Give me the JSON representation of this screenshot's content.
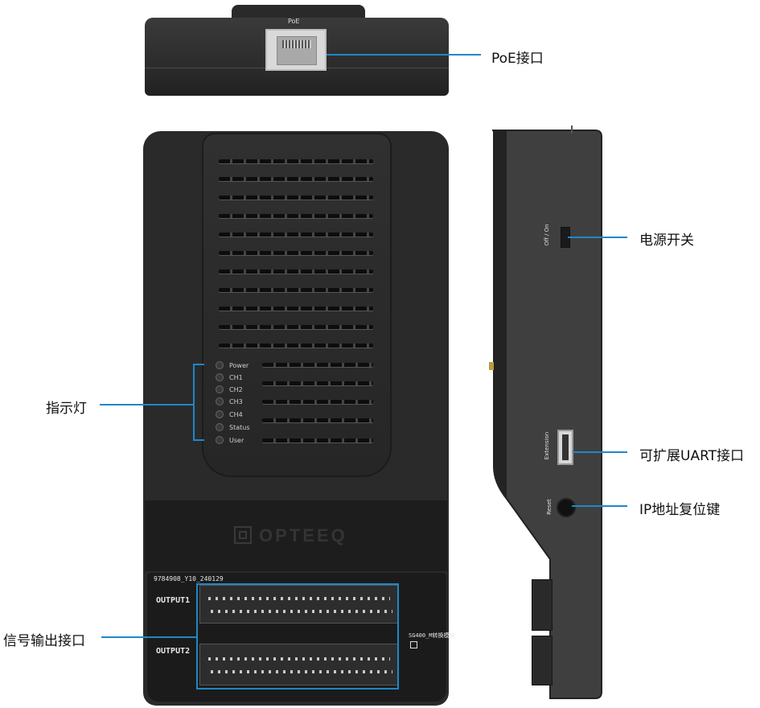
{
  "callouts": {
    "poe": "PoE接口",
    "power_switch": "电源开关",
    "indicators": "指示灯",
    "uart": "可扩展UART接口",
    "reset": "IP地址复位键",
    "signal": "信号输出接口"
  },
  "top_view": {
    "port_label": "PoE"
  },
  "front_view": {
    "leds": [
      "Power",
      "CH1",
      "CH2",
      "CH3",
      "CH4",
      "Status",
      "User"
    ],
    "brand": "OPTEEQ",
    "serial": "9784908_Y10_240129",
    "output1": "OUTPUT1",
    "output2": "OUTPUT2",
    "module_label": "SG400_M转换模块"
  },
  "side_view": {
    "switch_label": "Off / On",
    "extension_label": "Extension",
    "reset_label": "Reset"
  },
  "colors": {
    "accent_line": "#1e88c8",
    "device_body": "#2b2b2b"
  }
}
